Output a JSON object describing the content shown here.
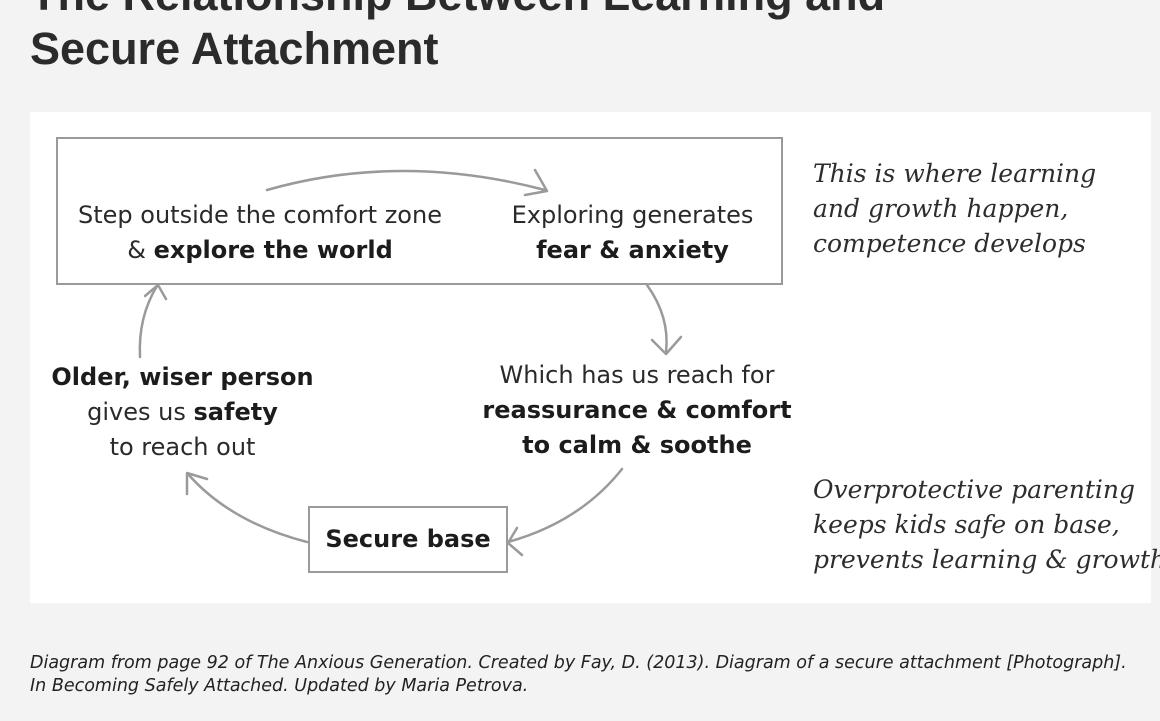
{
  "title_line1": "The Relationship Between Learning and",
  "title_line2": "Secure Attachment",
  "diagram": {
    "step_outside": {
      "line1": "Step outside the comfort zone",
      "line2_prefix": "& ",
      "line2_bold": "explore the world"
    },
    "exploring": {
      "line1": "Exploring generates",
      "line2_bold": "fear & anxiety"
    },
    "which_has": {
      "line1": "Which has us reach for",
      "line2_bold": "reassurance & comfort",
      "line3_bold": "to calm & soothe"
    },
    "secure_base": "Secure base",
    "older_person": {
      "line1_bold": "Older, wiser person",
      "line2_prefix": "gives us ",
      "line2_bold": "safety",
      "line3": "to reach out"
    },
    "note_learning": [
      "This is where learning",
      "and growth happen,",
      "competence develops"
    ],
    "note_overprotective": [
      "Overprotective parenting",
      "keeps kids safe on base,",
      "prevents learning & growth"
    ]
  },
  "caption": "Diagram from page 92 of The Anxious Generation. Created by Fay, D. (2013). Diagram of a secure attachment [Photograph]. In Becoming Safely Attached. Updated by Maria Petrova."
}
